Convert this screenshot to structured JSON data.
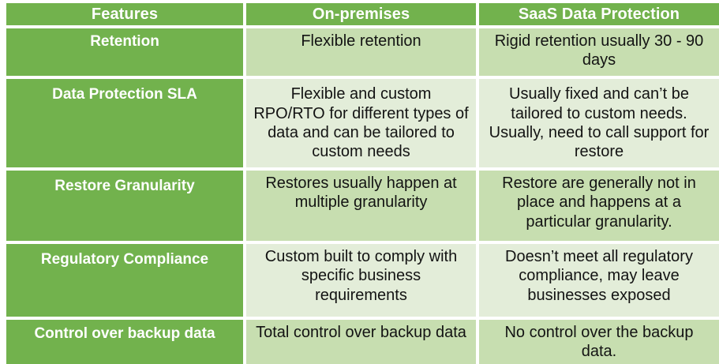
{
  "table": {
    "columns": [
      {
        "key": "feature",
        "label": "Features"
      },
      {
        "key": "onprem",
        "label": "On-premises"
      },
      {
        "key": "saas",
        "label": "SaaS Data Protection"
      }
    ],
    "rows": [
      {
        "feature": "Retention",
        "onprem": "Flexible retention",
        "saas": "Rigid retention usually 30 - 90 days"
      },
      {
        "feature": "Data Protection SLA",
        "onprem": "Flexible and custom RPO/RTO for different types of data and can be tailored to custom needs",
        "saas": "Usually fixed and can’t be tailored to custom needs. Usually, need to call support for restore"
      },
      {
        "feature": "Restore Granularity",
        "onprem": "Restores usually happen at multiple granularity",
        "saas": "Restore are generally not in place and happens at a particular granularity."
      },
      {
        "feature": "Regulatory Compliance",
        "onprem": "Custom built to comply with specific business requirements",
        "saas": "Doesn’t meet all regulatory compliance, may leave businesses exposed"
      },
      {
        "feature": "Control over backup data",
        "onprem": "Total control over backup data",
        "saas": "No control over the backup data."
      }
    ]
  },
  "colors": {
    "header_green": "#72B24D",
    "feature_green": "#72B24D",
    "tint_dark": "#C7DEB0",
    "tint_light": "#E3EDD9",
    "header_text": "#FFFFFF",
    "body_text": "#131313",
    "divider": "#FFFFFF"
  }
}
